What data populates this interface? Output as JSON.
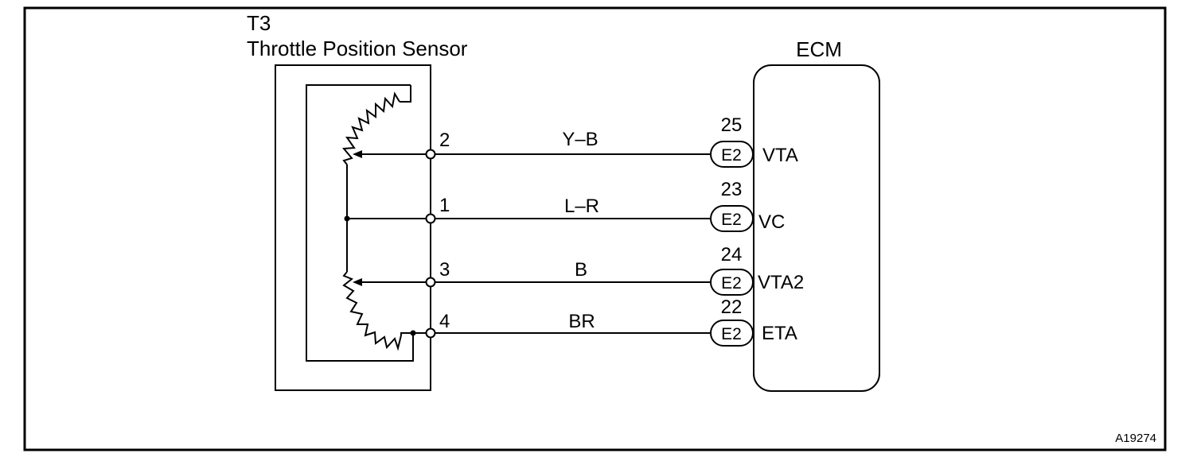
{
  "sensor": {
    "code": "T3",
    "name": "Throttle Position Sensor"
  },
  "ecm": {
    "label": "ECM"
  },
  "figure_id": "A19274",
  "circuits": [
    {
      "sensor_pin": "2",
      "wire_color": "Y–B",
      "connector": "E2",
      "ecm_pin": "25",
      "signal": "VTA"
    },
    {
      "sensor_pin": "1",
      "wire_color": "L–R",
      "connector": "E2",
      "ecm_pin": "23",
      "signal": "VC"
    },
    {
      "sensor_pin": "3",
      "wire_color": "B",
      "connector": "E2",
      "ecm_pin": "24",
      "signal": "VTA2"
    },
    {
      "sensor_pin": "4",
      "wire_color": "BR",
      "connector": "E2",
      "ecm_pin": "22",
      "signal": "ETA"
    }
  ]
}
